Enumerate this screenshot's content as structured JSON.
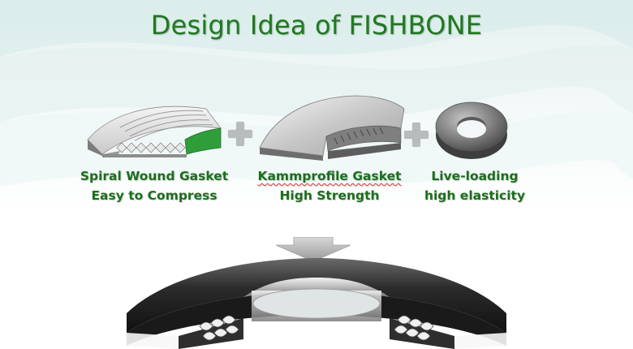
{
  "slide": {
    "title": "Design Idea of FISHBONE",
    "components": [
      {
        "name_line": "Spiral Wound Gasket",
        "feature_line": "Easy to Compress"
      },
      {
        "name_line": "Kammprofile Gasket",
        "feature_line": "High Strength"
      },
      {
        "name_line": "Live-loading",
        "feature_line": "high elasticity"
      }
    ],
    "colors": {
      "title": "#1f7a1f",
      "caption": "#1b6e1b",
      "plus": "#b9bcbd",
      "accent_green": "#2f9e3a"
    },
    "icons": [
      "plus-icon",
      "down-arrow-icon"
    ]
  }
}
